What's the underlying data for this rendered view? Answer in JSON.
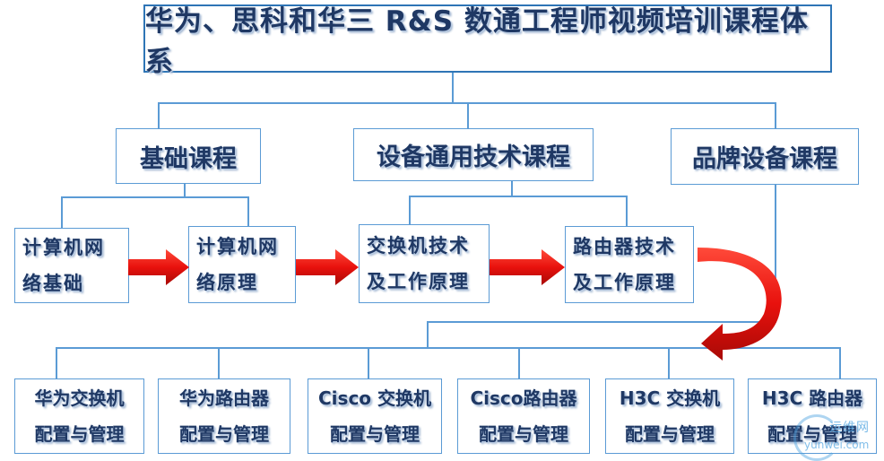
{
  "title": "华为、思科和华三 R&S 数通工程师视频培训课程体系",
  "categories": {
    "basic": "基础课程",
    "general": "设备通用技术课程",
    "brand": "品牌设备课程"
  },
  "nodes": {
    "net_basics": [
      "计算机网",
      "络基础"
    ],
    "net_principle": [
      "计算机网",
      "络原理"
    ],
    "switch_tech": [
      "交换机技术",
      "及工作原理"
    ],
    "router_tech": [
      "路由器技术",
      "及工作原理"
    ]
  },
  "leaves": [
    [
      "华为交换机",
      "配置与管理"
    ],
    [
      "华为路由器",
      "配置与管理"
    ],
    [
      "Cisco 交换机",
      "配置与管理"
    ],
    [
      "Cisco路由器",
      "配置与管理"
    ],
    [
      "H3C 交换机",
      "配置与管理"
    ],
    [
      "H3C 路由器",
      "配置与管理"
    ]
  ],
  "watermark": {
    "text": "运维网",
    "sub": "yunwei.com"
  },
  "colors": {
    "border": "#5b9bd5",
    "title_border": "#2e75b6",
    "text": "#1f3864",
    "arrow": "#e8110d"
  }
}
